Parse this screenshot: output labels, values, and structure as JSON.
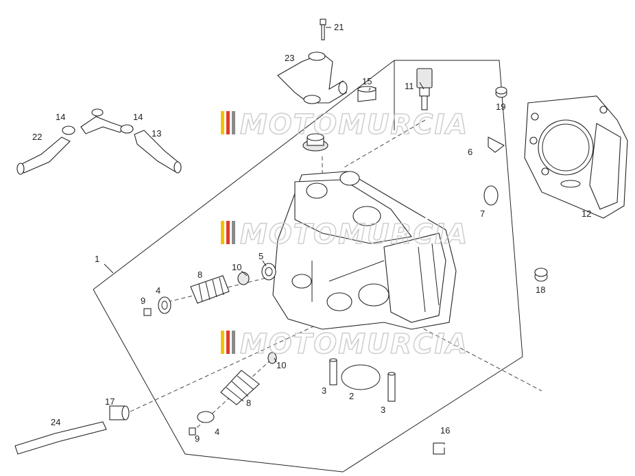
{
  "watermark": {
    "text": "MOTOMURCIA",
    "colors": [
      "#f2c200",
      "#e23a2a",
      "#8a8a8a"
    ]
  },
  "callouts": [
    {
      "id": "c1",
      "label": "1"
    },
    {
      "id": "c2",
      "label": "2"
    },
    {
      "id": "c3a",
      "label": "3"
    },
    {
      "id": "c3b",
      "label": "3"
    },
    {
      "id": "c4a",
      "label": "4"
    },
    {
      "id": "c4b",
      "label": "4"
    },
    {
      "id": "c5",
      "label": "5"
    },
    {
      "id": "c6",
      "label": "6"
    },
    {
      "id": "c7",
      "label": "7"
    },
    {
      "id": "c8a",
      "label": "8"
    },
    {
      "id": "c8b",
      "label": "8"
    },
    {
      "id": "c9a",
      "label": "9"
    },
    {
      "id": "c9b",
      "label": "9"
    },
    {
      "id": "c10a",
      "label": "10"
    },
    {
      "id": "c10b",
      "label": "10"
    },
    {
      "id": "c11",
      "label": "11"
    },
    {
      "id": "c12",
      "label": "12"
    },
    {
      "id": "c13",
      "label": "13"
    },
    {
      "id": "c14a",
      "label": "14"
    },
    {
      "id": "c14b",
      "label": "14"
    },
    {
      "id": "c15",
      "label": "15"
    },
    {
      "id": "c16",
      "label": "16"
    },
    {
      "id": "c17",
      "label": "17"
    },
    {
      "id": "c18",
      "label": "18"
    },
    {
      "id": "c19",
      "label": "19"
    },
    {
      "id": "c21",
      "label": "21"
    },
    {
      "id": "c22",
      "label": "22"
    },
    {
      "id": "c23",
      "label": "23"
    },
    {
      "id": "c24",
      "label": "24"
    }
  ]
}
